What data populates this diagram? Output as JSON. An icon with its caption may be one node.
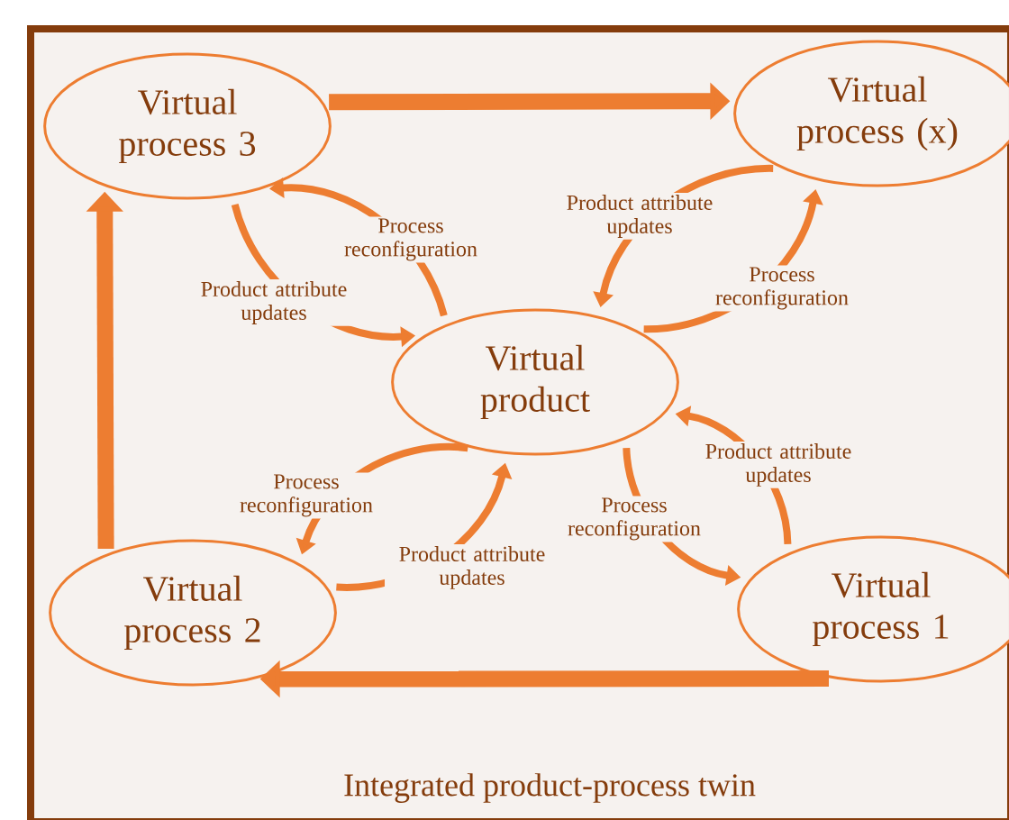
{
  "diagram": {
    "nodes": [
      {
        "text": [
          "Integrated product-process twin"
        ]
      },
      {
        "text": [
          "Virtual process 3"
        ],
        "in": 0
      },
      {
        "text": [
          "Virtual process (x)"
        ],
        "in": 0
      },
      {
        "text": [
          "Virtual product"
        ],
        "in": 0
      },
      {
        "text": [
          "Virtual process 2"
        ],
        "in": 0
      },
      {
        "text": [
          "Virtual process 1"
        ],
        "in": 0
      }
    ],
    "edges": [
      {
        "from": 1,
        "to": 2,
        "arrow": "to",
        "style": "thick"
      },
      {
        "from": 3,
        "to": 1,
        "arrow": "to",
        "label": "Process reconfiguration"
      },
      {
        "from": 1,
        "to": 3,
        "arrow": "to",
        "label": "Product attribute updates"
      },
      {
        "from": 2,
        "to": 3,
        "arrow": "to",
        "label": "Product attribute updates"
      },
      {
        "from": 3,
        "to": 2,
        "arrow": "to",
        "label": "Process reconfiguration"
      },
      {
        "from": 3,
        "to": 4,
        "arrow": "to",
        "label": "Process reconfiguration"
      },
      {
        "from": 4,
        "to": 3,
        "arrow": "to",
        "label": "Product attribute updates"
      },
      {
        "from": 5,
        "to": 3,
        "arrow": "to",
        "label": "Product attribute updates"
      },
      {
        "from": 3,
        "to": 5,
        "arrow": "to",
        "label": "Process reconfiguration"
      },
      {
        "from": 5,
        "to": 4,
        "arrow": "to",
        "style": "thick"
      },
      {
        "from": 4,
        "to": 1,
        "arrow": "to",
        "style": "thick"
      }
    ]
  }
}
